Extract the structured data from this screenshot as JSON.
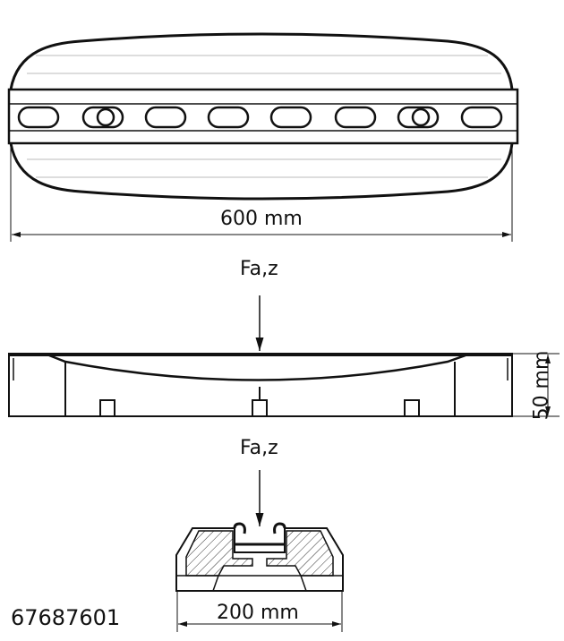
{
  "top_view": {
    "width_label": "600 mm"
  },
  "side_view": {
    "force_label": "Fa,z",
    "height_label": "50 mm"
  },
  "section_view": {
    "force_label": "Fa,z",
    "width_label": "200 mm"
  },
  "drawing_number": "67687601"
}
